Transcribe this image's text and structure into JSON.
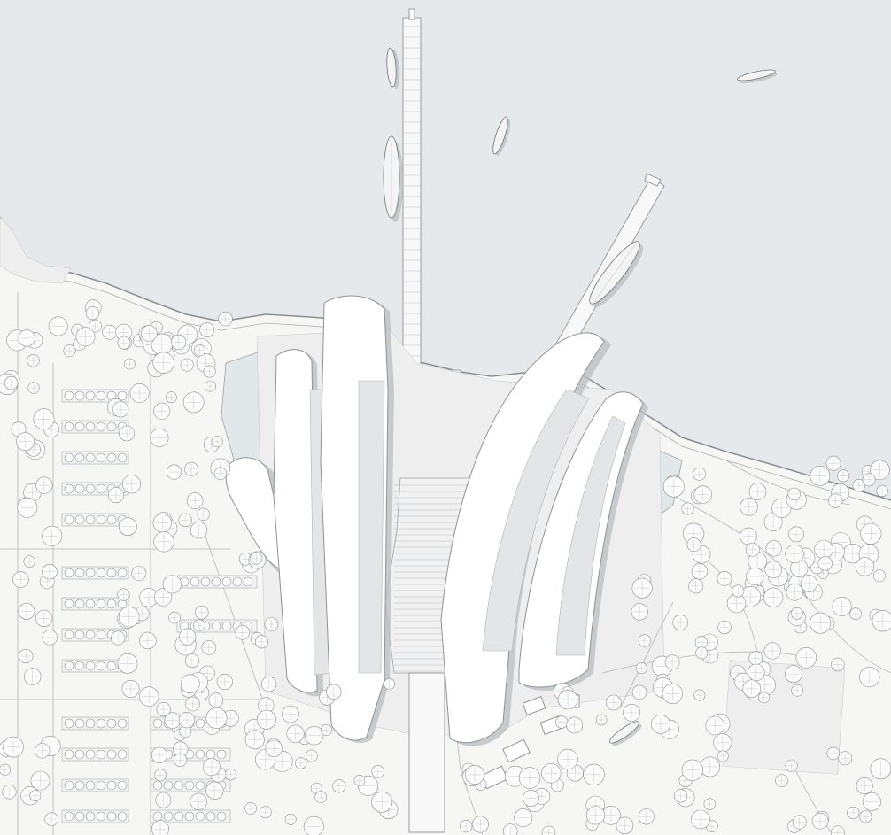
{
  "colors": {
    "water": "#e5e9ec",
    "land": "#f6f6f5",
    "building": "#ffffff",
    "shadow": "#b9bec1",
    "line": "#8d9194"
  },
  "features": [
    {
      "name": "lake-water",
      "icon": "water-area"
    },
    {
      "name": "long-pier",
      "icon": "pier"
    },
    {
      "name": "diagonal-pier",
      "icon": "pier"
    },
    {
      "name": "boats",
      "icon": "boat-icon",
      "count": 6
    },
    {
      "name": "west-building-wing",
      "icon": "building"
    },
    {
      "name": "east-building-wing",
      "icon": "building"
    },
    {
      "name": "central-stepped-plaza",
      "icon": "steps"
    },
    {
      "name": "west-parking-lot",
      "icon": "parking"
    },
    {
      "name": "east-park",
      "icon": "tree-icon"
    }
  ]
}
